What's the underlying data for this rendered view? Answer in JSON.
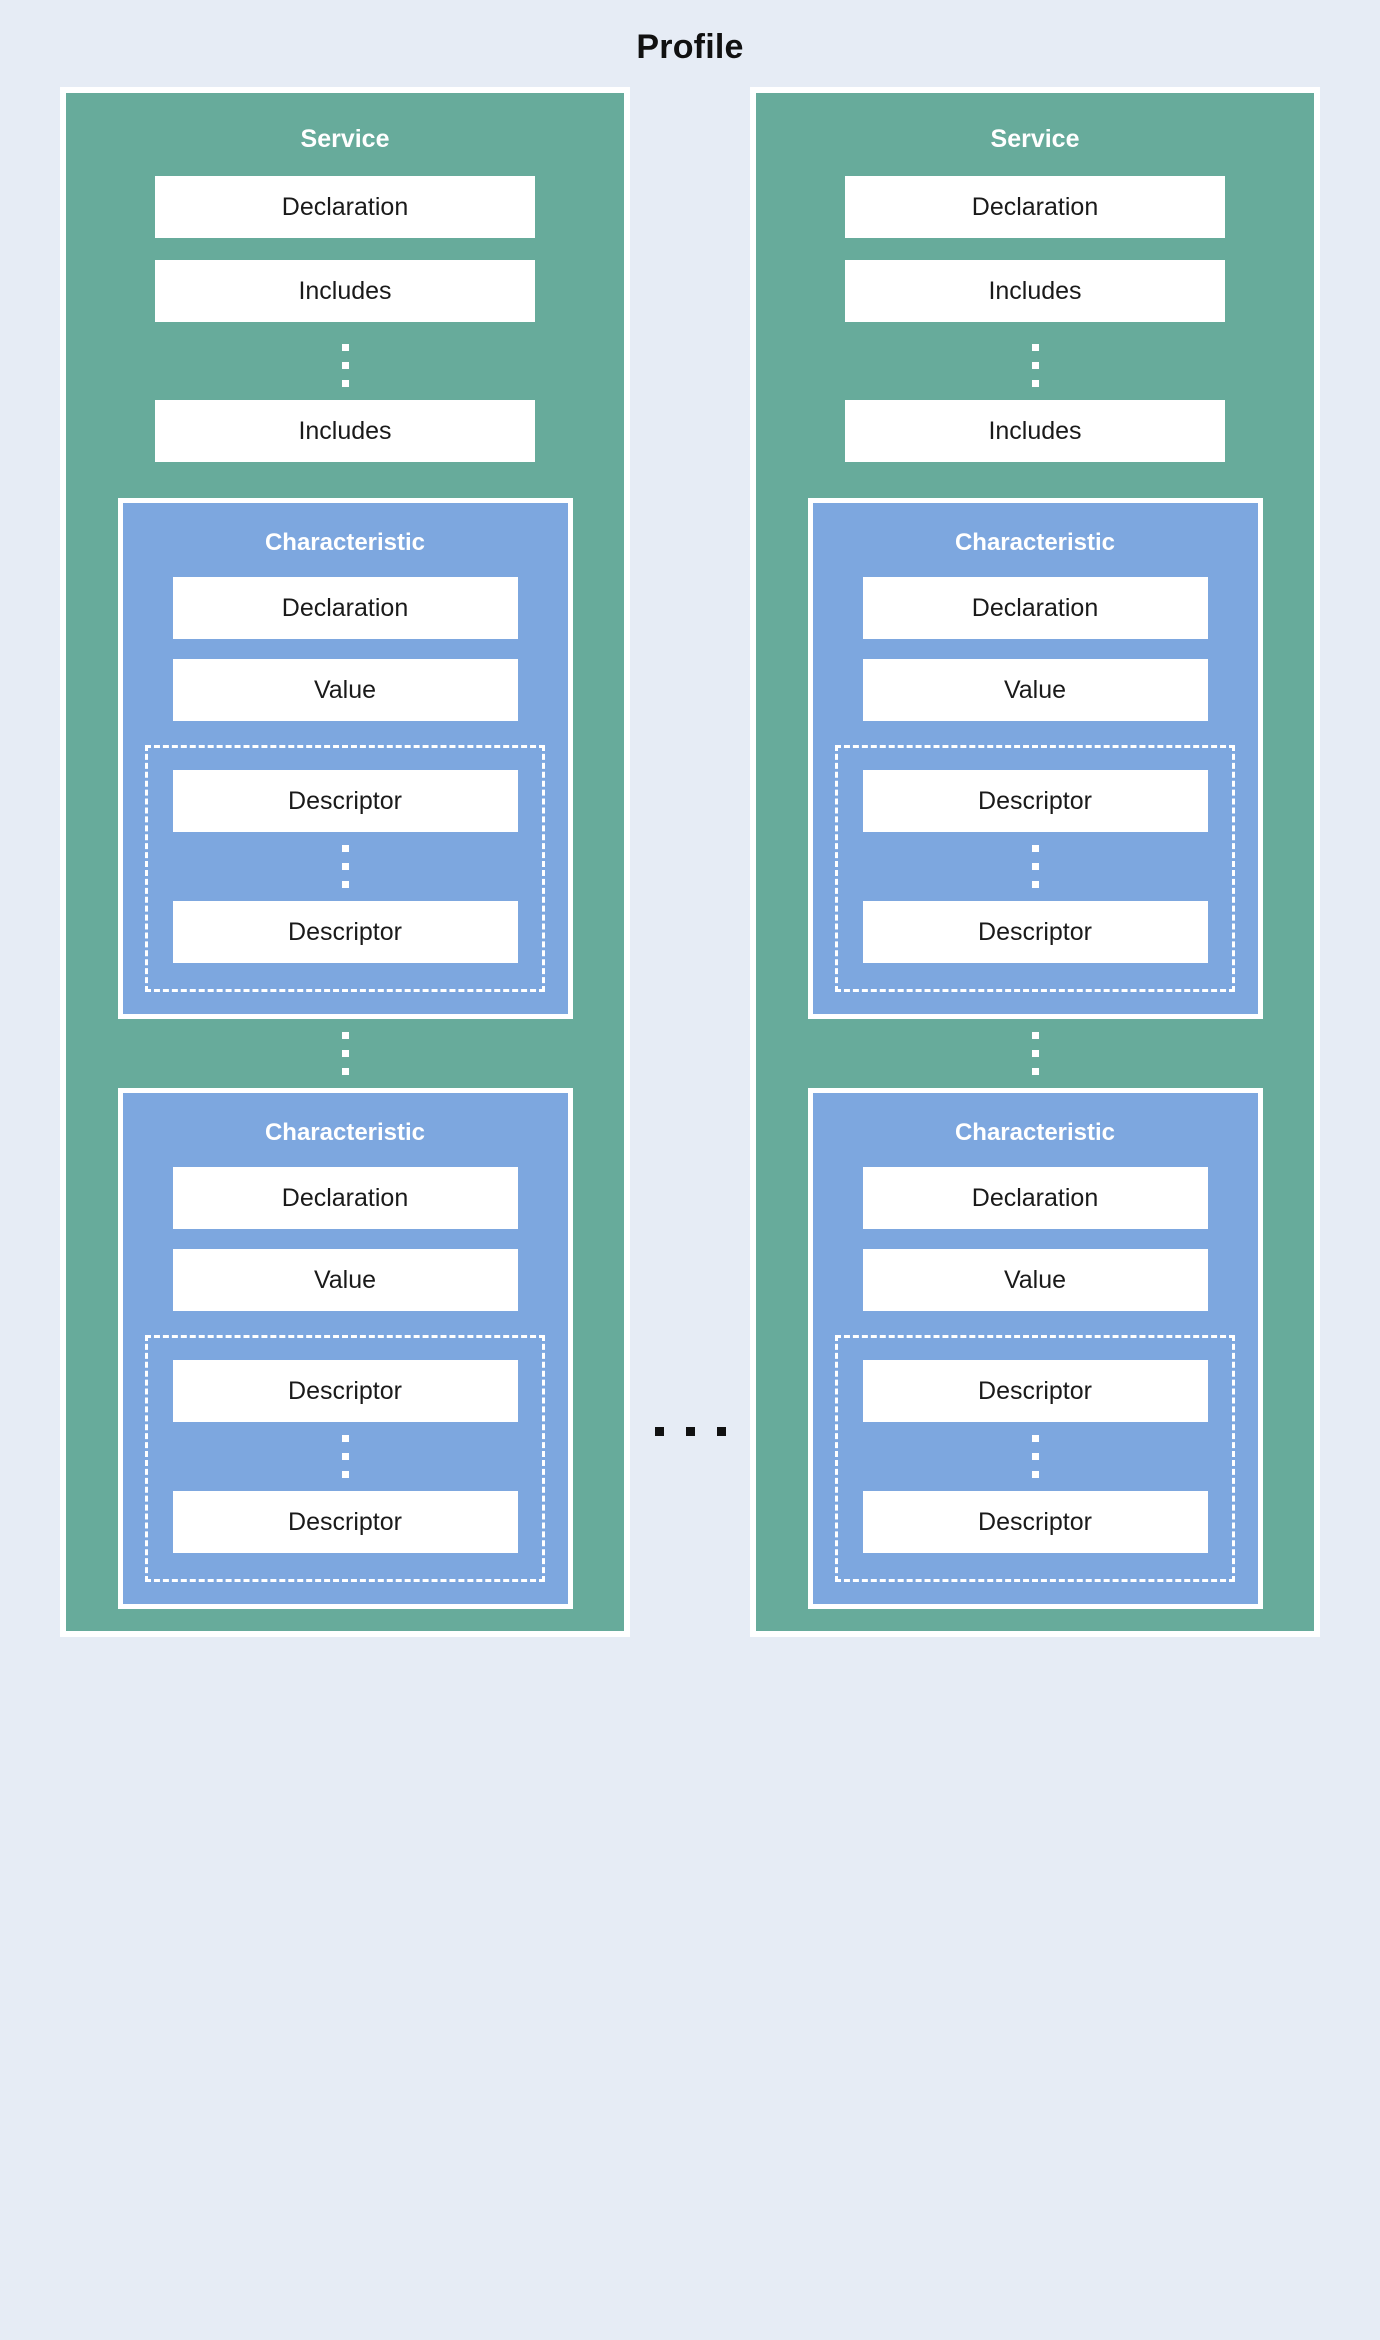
{
  "diagram": {
    "title": "Profile",
    "colors": {
      "background": "#e6ecf5",
      "service": "#67ab9b",
      "characteristic": "#7da7df",
      "box": "#ffffff",
      "text_dark": "#1a1a1a",
      "text_light": "#ffffff"
    },
    "column_separator": "...",
    "services": [
      {
        "title": "Service",
        "declaration_label": "Declaration",
        "include_first_label": "Includes",
        "include_last_label": "Includes",
        "characteristics": [
          {
            "title": "Characteristic",
            "declaration_label": "Declaration",
            "value_label": "Value",
            "descriptor_first_label": "Descriptor",
            "descriptor_last_label": "Descriptor"
          },
          {
            "title": "Characteristic",
            "declaration_label": "Declaration",
            "value_label": "Value",
            "descriptor_first_label": "Descriptor",
            "descriptor_last_label": "Descriptor"
          }
        ]
      },
      {
        "title": "Service",
        "declaration_label": "Declaration",
        "include_first_label": "Includes",
        "include_last_label": "Includes",
        "characteristics": [
          {
            "title": "Characteristic",
            "declaration_label": "Declaration",
            "value_label": "Value",
            "descriptor_first_label": "Descriptor",
            "descriptor_last_label": "Descriptor"
          },
          {
            "title": "Characteristic",
            "declaration_label": "Declaration",
            "value_label": "Value",
            "descriptor_first_label": "Descriptor",
            "descriptor_last_label": "Descriptor"
          }
        ]
      }
    ]
  }
}
